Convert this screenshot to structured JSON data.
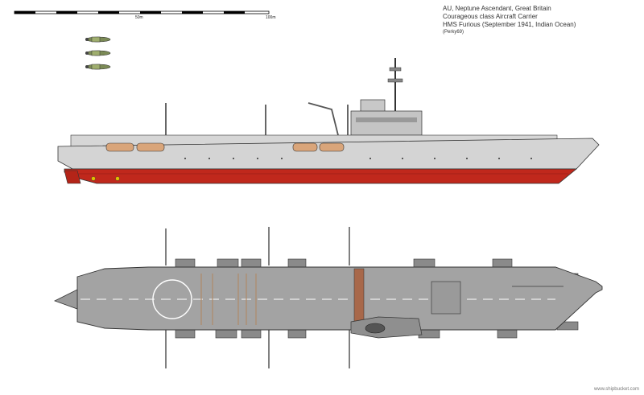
{
  "caption": {
    "line1": "AU, Neptune Ascendant, Great Britain",
    "line2": "Courageous class Aircraft Carrier",
    "line3": "HMS Furious (September 1941, Indian Ocean)",
    "credit": "(Perky69)"
  },
  "scale": {
    "mid_label": "50m",
    "end_label": "100m"
  },
  "watermark": "www.shipbucket.com",
  "colors": {
    "hull_grey": "#d4d4d4",
    "deck_grey": "#a3a3a3",
    "hull_red": "#c0281c",
    "outline": "#333333"
  }
}
